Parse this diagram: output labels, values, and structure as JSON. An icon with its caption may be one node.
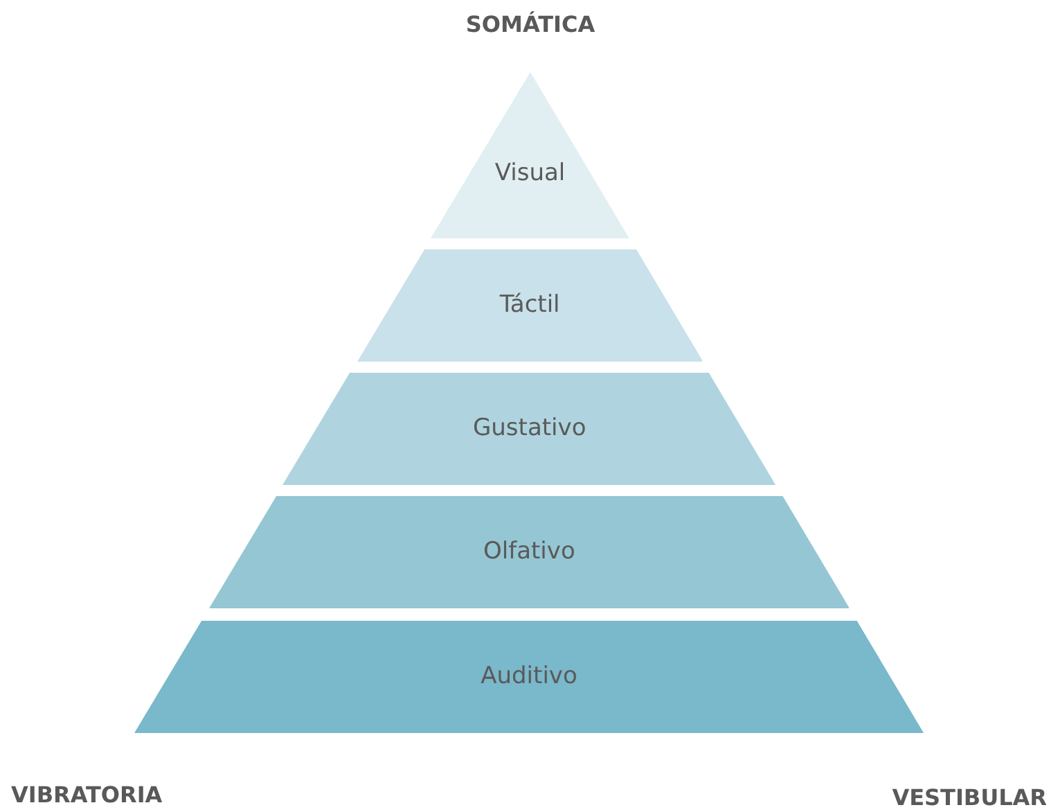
{
  "diagram": {
    "nodes": [
      {
        "text": [
          "Visual"
        ]
      },
      {
        "text": [
          "Táctil"
        ]
      },
      {
        "text": [
          "Gustativo"
        ]
      },
      {
        "text": [
          "Olfativo"
        ]
      },
      {
        "text": [
          "Auditivo"
        ]
      }
    ],
    "labels": [
      "SOMÁTICA",
      "VIBRATORIA",
      "VESTIBULAR"
    ]
  }
}
